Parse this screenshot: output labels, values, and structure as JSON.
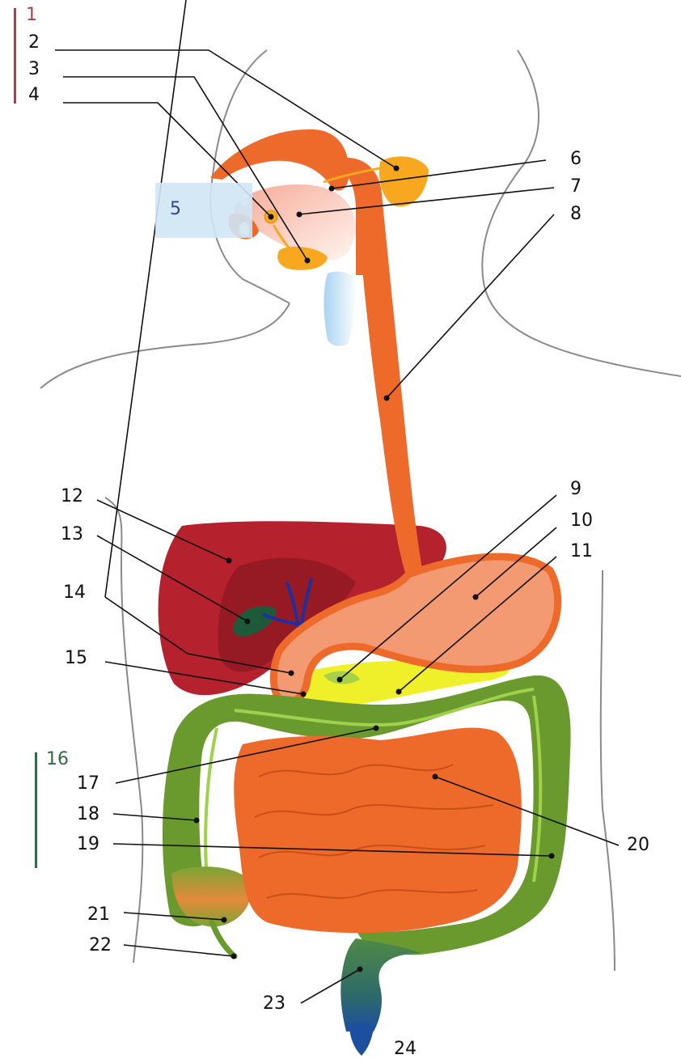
{
  "diagram": {
    "labels": {
      "n1": "1",
      "n2": "2",
      "n3": "3",
      "n4": "4",
      "n5": "5",
      "n6": "6",
      "n7": "7",
      "n8": "8",
      "n9": "9",
      "n10": "10",
      "n11": "11",
      "n12": "12",
      "n13": "13",
      "n14": "14",
      "n15": "15",
      "n16": "16",
      "n17": "17",
      "n18": "18",
      "n19": "19",
      "n20": "20",
      "n21": "21",
      "n22": "22",
      "n23": "23",
      "n24": "24"
    },
    "colors": {
      "label_1_bar": "#a5434c",
      "label_5_box": "#cfe6f5",
      "label_5_text": "#2e4a8f",
      "label_16_bar": "#2f6b45",
      "liver": "#b5222e",
      "liver_shade": "#961a24",
      "gallbladder": "#1d5a3a",
      "bile_duct": "#1f2fa0",
      "esophagus": "#ee6a2a",
      "stomach": "#f39a73",
      "salivary_gland": "#f7a81e",
      "pancreas": "#eff02a",
      "large_intestine": "#6a9a2e",
      "small_intestine": "#ee6a2a",
      "rectum": "#3f7050",
      "anus": "#1c4f9e"
    }
  }
}
